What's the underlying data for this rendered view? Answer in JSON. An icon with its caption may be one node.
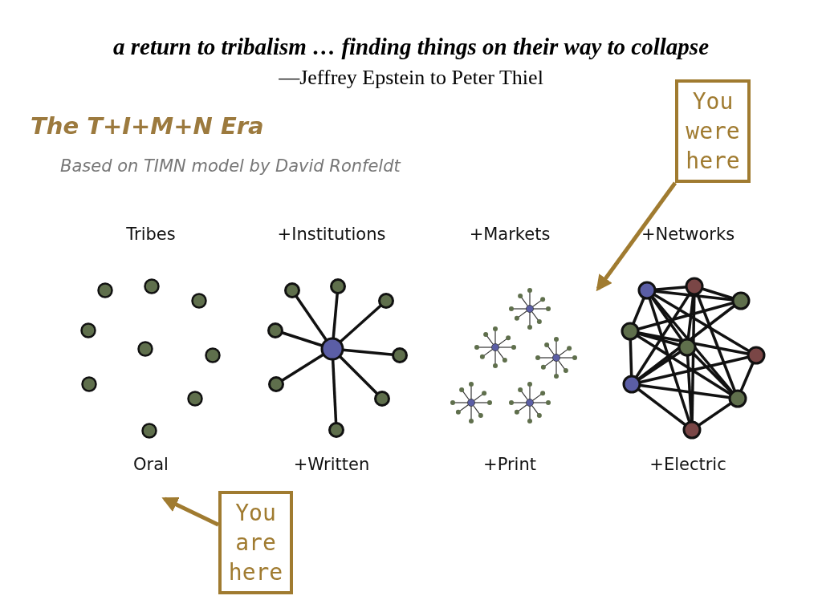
{
  "diagram": {
    "title": "a return to tribalism … finding things on their way to collapse",
    "nodes": [
      {
        "text": [
          "You were here"
        ]
      },
      {
        "text": [
          "You are here"
        ]
      }
    ],
    "edges": [
      {
        "from": 0,
        "to": null,
        "arrow": "to"
      },
      {
        "from": 1,
        "to": null,
        "arrow": "to"
      }
    ],
    "labels": [
      "—Jeffrey Epstein to Peter Thiel",
      "The T+I+M+N Era",
      "Based on TIMN model by David Ronfeldt",
      "Tribes",
      "+Institutions",
      "+Markets",
      "+Networks",
      "Oral",
      "+Written",
      "+Print",
      "+Electric"
    ]
  }
}
